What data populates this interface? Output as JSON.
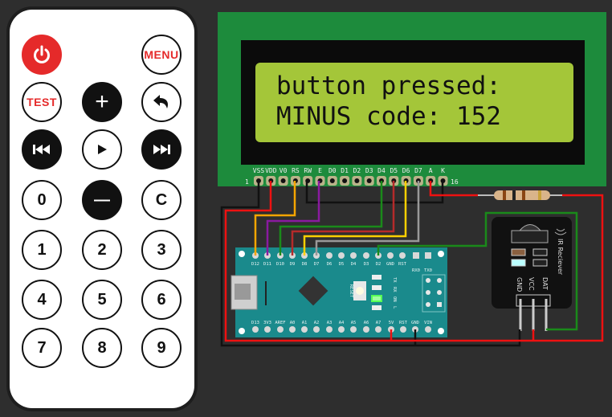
{
  "remote": {
    "buttons": [
      {
        "label": "",
        "icon": "power-icon"
      },
      {
        "label": "MENU"
      },
      {
        "label": "TEST"
      },
      {
        "label": "+"
      },
      {
        "label": "",
        "icon": "back-arrow-icon"
      },
      {
        "label": "",
        "icon": "previous-icon"
      },
      {
        "label": "",
        "icon": "play-icon"
      },
      {
        "label": "",
        "icon": "next-icon"
      },
      {
        "label": "0"
      },
      {
        "label": "—"
      },
      {
        "label": "C"
      },
      {
        "label": "1"
      },
      {
        "label": "2"
      },
      {
        "label": "3"
      },
      {
        "label": "4"
      },
      {
        "label": "5"
      },
      {
        "label": "6"
      },
      {
        "label": "7"
      },
      {
        "label": "8"
      },
      {
        "label": "9"
      }
    ]
  },
  "lcd": {
    "line1": "button pressed:",
    "line2": "MINUS code: 152",
    "pins": [
      "VSS",
      "VDD",
      "V0",
      "RS",
      "RW",
      "E",
      "D0",
      "D1",
      "D2",
      "D3",
      "D4",
      "D5",
      "D6",
      "D7",
      "A",
      "K"
    ],
    "pin_first": "1",
    "pin_last": "16",
    "backlight_color": "#a4c639"
  },
  "arduino": {
    "top_pins": [
      "D12",
      "D11",
      "D10",
      "D9",
      "D8",
      "D7",
      "D6",
      "D5",
      "D4",
      "D3",
      "D2",
      "GND",
      "RST"
    ],
    "serial_pins": [
      "RX0",
      "TX0"
    ],
    "bottom_pins": [
      "D13",
      "3V3",
      "AREF",
      "A0",
      "A1",
      "A2",
      "A3",
      "A4",
      "A5",
      "A6",
      "A7",
      "5V",
      "RST",
      "GND",
      "VIN"
    ],
    "led_labels": [
      "TX",
      "RX",
      "ON",
      "L"
    ],
    "reset_label": "RESET",
    "board_color": "#1a8a8c"
  },
  "ir_receiver": {
    "title": "IR Reciever",
    "pins": [
      "GND",
      "VCC",
      "DAT"
    ]
  }
}
